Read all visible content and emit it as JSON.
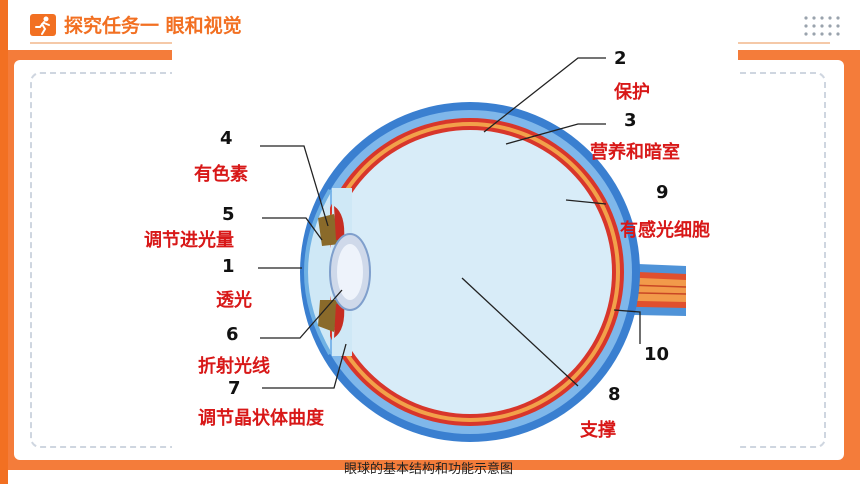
{
  "header": {
    "title": "探究任务一  眼和视觉"
  },
  "labels": [
    {
      "num": "2",
      "text": "保护"
    },
    {
      "num": "3",
      "text": "营养和暗室"
    },
    {
      "num": "4",
      "text": "有色素"
    },
    {
      "num": "5",
      "text": "调节进光量"
    },
    {
      "num": "1",
      "text": "透光"
    },
    {
      "num": "9",
      "text": "有感光细胞"
    },
    {
      "num": "6",
      "text": "折射光线"
    },
    {
      "num": "7",
      "text": "调节晶状体曲度"
    },
    {
      "num": "10",
      "text": ""
    },
    {
      "num": "8",
      "text": "支撑"
    }
  ],
  "caption": "眼球的基本结构和功能示意图",
  "colors": {
    "accent": "#f27022",
    "label_red": "#d81818",
    "sclera": "#3a7fd0",
    "choroid": "#d8362b"
  },
  "icons": {
    "title_badge": "running-person-icon"
  }
}
